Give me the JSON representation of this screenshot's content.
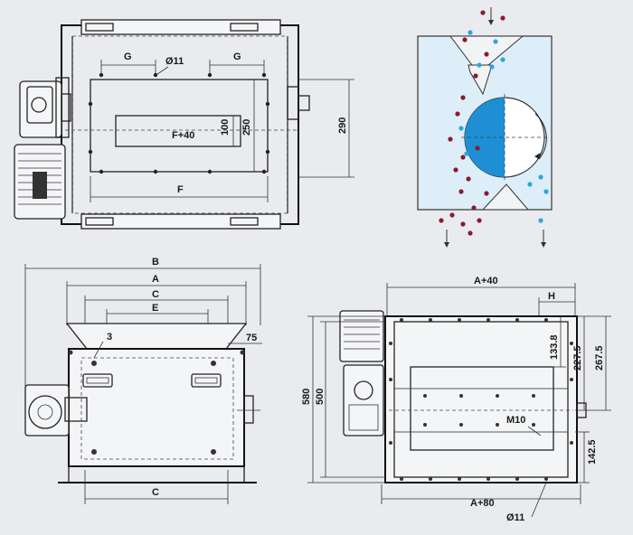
{
  "labels": {
    "top_g_left": "G",
    "top_g_right": "G",
    "top_hole": "Ø11",
    "top_f40": "F+40",
    "top_100": "100",
    "top_250": "250",
    "top_290": "290",
    "top_f": "F",
    "bl_b": "B",
    "bl_a": "A",
    "bl_c_top": "C",
    "bl_e": "E",
    "bl_3": "3",
    "bl_75": "75",
    "bl_c_bottom": "C",
    "br_a40": "A+40",
    "br_h": "H",
    "br_1338": "133.8",
    "br_2275": "227.5",
    "br_2675": "267.5",
    "br_580": "580",
    "br_500": "500",
    "br_m10": "M10",
    "br_1425": "142.5",
    "br_a80": "A+80",
    "br_hole": "Ø11"
  },
  "colors": {
    "background": "#e9ebee",
    "line": "#222222",
    "magnet": "#1e8fd5",
    "housing_fill": "#ddeef9",
    "particle_magnetic": "#8b1a2e",
    "particle_nonmagnetic": "#2aa7dc"
  }
}
